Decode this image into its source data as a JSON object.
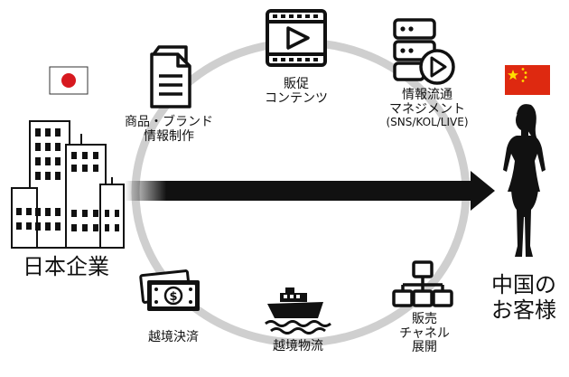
{
  "left": {
    "label": "日本企業"
  },
  "right": {
    "line1": "中国の",
    "line2": "お客様"
  },
  "services": {
    "product": {
      "line1": "商品・ブランド",
      "line2": "情報制作"
    },
    "promo": {
      "line1": "販促",
      "line2": "コンテンツ"
    },
    "info": {
      "line1": "情報流通",
      "line2": "マネジメント",
      "line3": "(SNS/KOL/LIVE)"
    },
    "channel": {
      "line1": "販売",
      "line2": "チャネル",
      "line3": "展開"
    },
    "logistics": {
      "line1": "越境物流"
    },
    "payment": {
      "line1": "越境決済"
    }
  },
  "colors": {
    "ring": "#cfcfcf",
    "arrow": "#111111",
    "jp_circle": "#d7191f",
    "cn_red": "#de2910",
    "cn_star": "#ffde00"
  }
}
